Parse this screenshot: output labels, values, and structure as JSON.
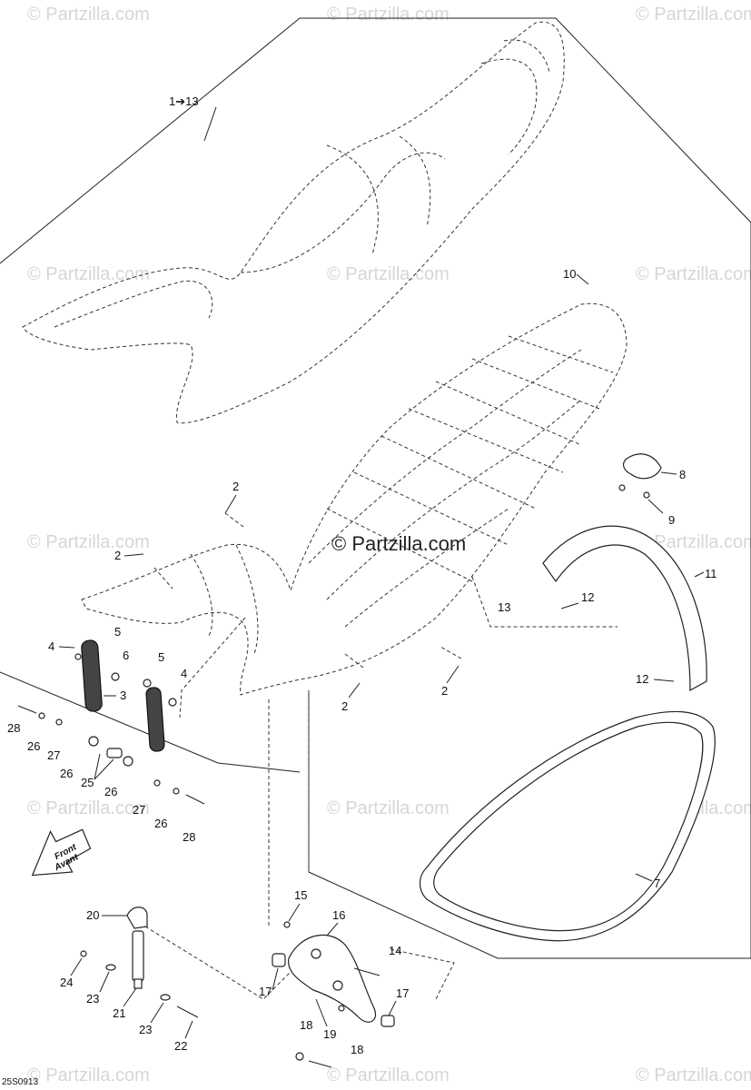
{
  "watermarks": [
    "© Partzilla.com",
    "© Partzilla.com",
    "© Partzilla.com",
    "© Partzilla.com",
    "© Partzilla.com",
    "© Partzilla.com",
    "© Partzilla.com",
    "© Partzilla.com",
    "© Partzilla.com",
    "© Partzilla.com",
    "© Partzilla.com",
    "© Partzilla.com",
    "© Partzilla.com",
    "© Partzilla.com",
    "© Partzilla.com"
  ],
  "center_watermark": "© Partzilla.com",
  "diagram_id": "25S0913",
  "front_arrow": {
    "line1": "Front",
    "line2": "Avant"
  },
  "callouts": {
    "c1_13": "1➔13",
    "c10": "10",
    "c8": "8",
    "c9": "9",
    "c11": "11",
    "c2a": "2",
    "c2b": "2",
    "c2c": "2",
    "c2d": "2",
    "c13": "13",
    "c12a": "12",
    "c12b": "12",
    "c4a": "4",
    "c5a": "5",
    "c6": "6",
    "c5b": "5",
    "c4b": "4",
    "c3": "3",
    "c28a": "28",
    "c26a": "26",
    "c27a": "27",
    "c26b": "26",
    "c25": "25",
    "c26c": "26",
    "c27b": "27",
    "c26d": "26",
    "c28b": "28",
    "c7": "7",
    "c20": "20",
    "c15": "15",
    "c16": "16",
    "c14": "14",
    "c24": "24",
    "c23a": "23",
    "c21": "21",
    "c23b": "23",
    "c22": "22",
    "c17a": "17",
    "c17b": "17",
    "c18a": "18",
    "c19": "19",
    "c18b": "18"
  }
}
